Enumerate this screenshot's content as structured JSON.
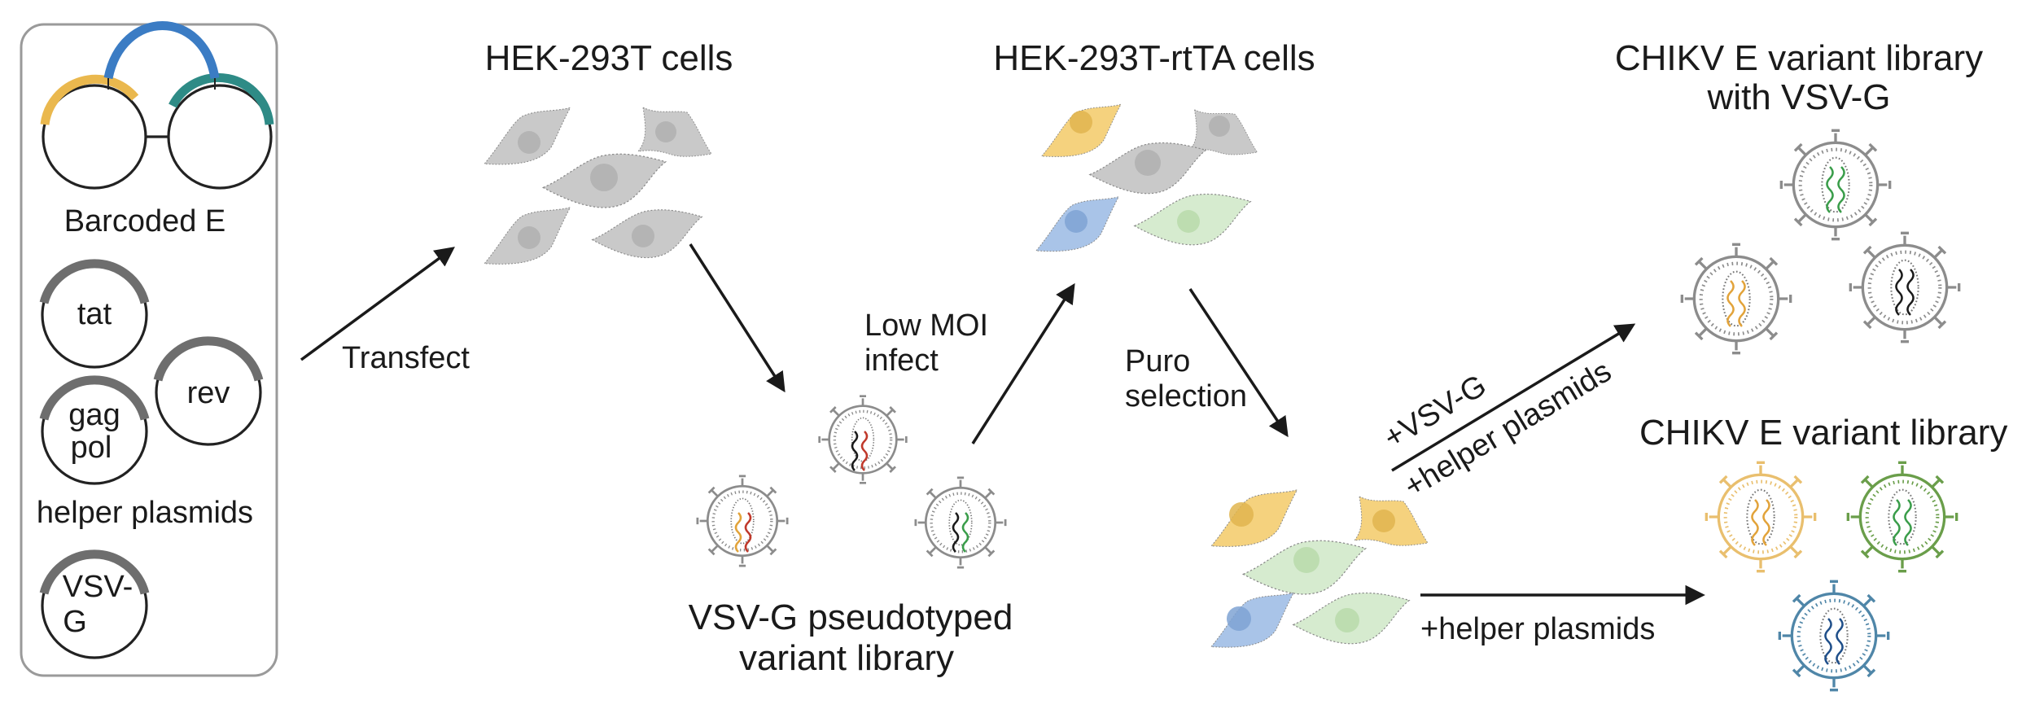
{
  "plasmid_panel": {
    "barcoded_label": "Barcoded E",
    "helper_label": "helper plasmids",
    "plasmids": {
      "tat": "tat",
      "rev": "rev",
      "gag_line1": "gag",
      "gag_line2": "pol",
      "vsvg_line1": "VSV-",
      "vsvg_line2": "G"
    }
  },
  "steps": {
    "transfect": "Transfect",
    "hek293t": "HEK-293T cells",
    "pseudotyped_line1": "VSV-G pseudotyped",
    "pseudotyped_line2": "variant library",
    "low_moi_line1": "Low MOI",
    "low_moi_line2": "infect",
    "hek293t_rtta": "HEK-293T-rtTA cells",
    "puro_line1": "Puro",
    "puro_line2": "selection",
    "vsvg_arrow_line1": "+VSV-G",
    "vsvg_arrow_line2": "+helper plasmids",
    "helper_arrow": "+helper plasmids",
    "lib_vsvg_line1": "CHIKV E variant library",
    "lib_vsvg_line2": "with VSV-G",
    "lib_plain": "CHIKV E variant library"
  },
  "colors": {
    "arc_yellow": "#eab84e",
    "arc_blue": "#3b7cc4",
    "arc_teal": "#2e8b86",
    "arc_gray": "#6e6e6e",
    "cell_gray": "#c9c9c9",
    "cell_yellow": "#f5d27e",
    "cell_blue": "#a9c4e8",
    "cell_green": "#d6ebcf",
    "virus_gray": "#8c8c8c",
    "virus_yellow": "#e9bf6e",
    "virus_green": "#6a9e4a",
    "virus_blue": "#4f86a8"
  }
}
